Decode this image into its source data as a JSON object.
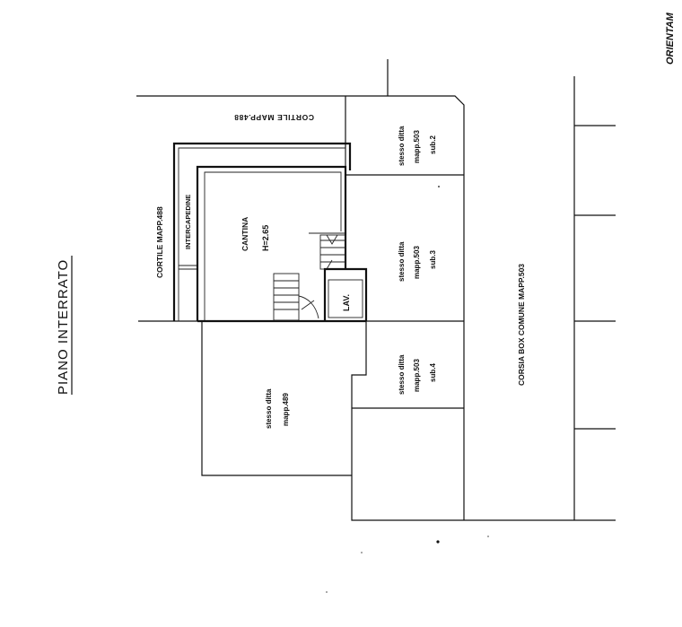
{
  "corner_text": "ORIENTAM",
  "floor_title": "PIANO INTERRATO",
  "labels": {
    "cortile_top": "CORTILE MAPP.488",
    "cortile_left": "CORTILE MAPP.488",
    "intercapedine": "INTERCAPEDINE",
    "cantina_name": "CANTINA",
    "cantina_height": "H=2.65",
    "lav": "LAV.",
    "sub2": [
      "stesso ditta",
      "mapp.503",
      "sub.2"
    ],
    "sub3": [
      "stesso ditta",
      "mapp.503",
      "sub.3"
    ],
    "sub4": [
      "stesso ditta",
      "mapp.503",
      "sub.4"
    ],
    "mapp489": [
      "stesso ditta",
      "mapp.489"
    ],
    "corsia": "CORSIA BOX COMUNE MAPP.503"
  }
}
